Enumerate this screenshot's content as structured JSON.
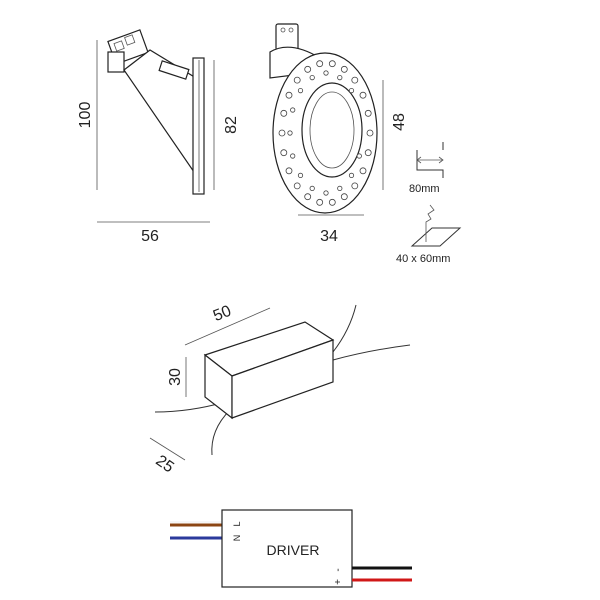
{
  "dimensions": {
    "fixture_height": "100",
    "fixture_depth": "56",
    "plate_height": "82",
    "ring_diameter": "34",
    "ring_height": "48",
    "cutout_depth": "80mm",
    "cutout_size": "40 x 60mm",
    "driver_length": "50",
    "driver_height": "30",
    "driver_width": "25"
  },
  "driver": {
    "label": "DRIVER",
    "input_labels": [
      "L",
      "N"
    ],
    "output_labels": [
      "-",
      "+"
    ],
    "wire_colors": {
      "live": "#8B4513",
      "neutral": "#2B3A9C",
      "negative": "#111111",
      "positive": "#D01818"
    }
  }
}
